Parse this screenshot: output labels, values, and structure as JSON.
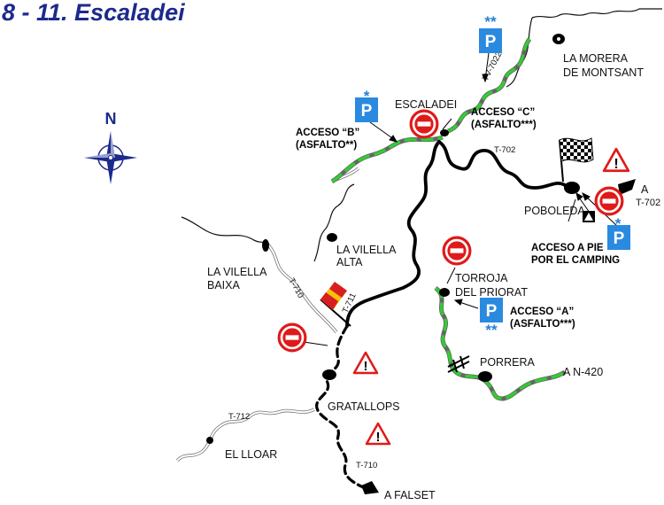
{
  "title": "8 - 11. Escaladei",
  "compass": {
    "label": "N"
  },
  "places": {
    "la_morera_line1": "LA MORERA",
    "la_morera_line2": "DE MONTSANT",
    "escaladei": "ESCALADEI",
    "poboleda": "POBOLEDA",
    "la_vilella_alta_line1": "LA VILELLA",
    "la_vilella_alta_line2": "ALTA",
    "la_vilella_baixa_line1": "LA VILELLA",
    "la_vilella_baixa_line2": "BAIXA",
    "torroja_line1": "TORROJA",
    "torroja_line2": "DEL PRIORAT",
    "porrera": "PORRERA",
    "gratallops": "GRATALLOPS",
    "el_lloar": "EL LLOAR"
  },
  "destinations": {
    "a_t702_line1": "A",
    "a_t702_line2": "T-702",
    "a_n420": "A N-420",
    "a_falset": "A FALSET"
  },
  "roads": {
    "tv7022": "TV-7022",
    "t702": "T-702",
    "t710_top": "T-710",
    "t711": "T-711",
    "t712": "T-712",
    "t710_bottom": "T-710"
  },
  "access": {
    "b_line1": "ACCESO “B”",
    "b_line2": "(ASFALTO**)",
    "c_line1": "ACCESO “C”",
    "c_line2": "(ASFALTO***)",
    "a_line1": "ACCESO “A”",
    "a_line2": "(ASFALTO***)",
    "pie_line1": "ACCESO A PIE",
    "pie_line2": "POR EL CAMPING"
  },
  "parking": {
    "letter": "P",
    "stars_c": "**",
    "stars_b": "*",
    "stars_poboleda": "*",
    "stars_a": "**"
  },
  "warning_symbol": "!",
  "colors": {
    "title": "#1c2a8c",
    "asphalt_road": "#33cc33",
    "parking_bg": "#2a8ae0",
    "stars": "#2a7fd4",
    "no_entry": "#e01a1a",
    "compass": "#1c2a8c",
    "route": "#000000"
  }
}
